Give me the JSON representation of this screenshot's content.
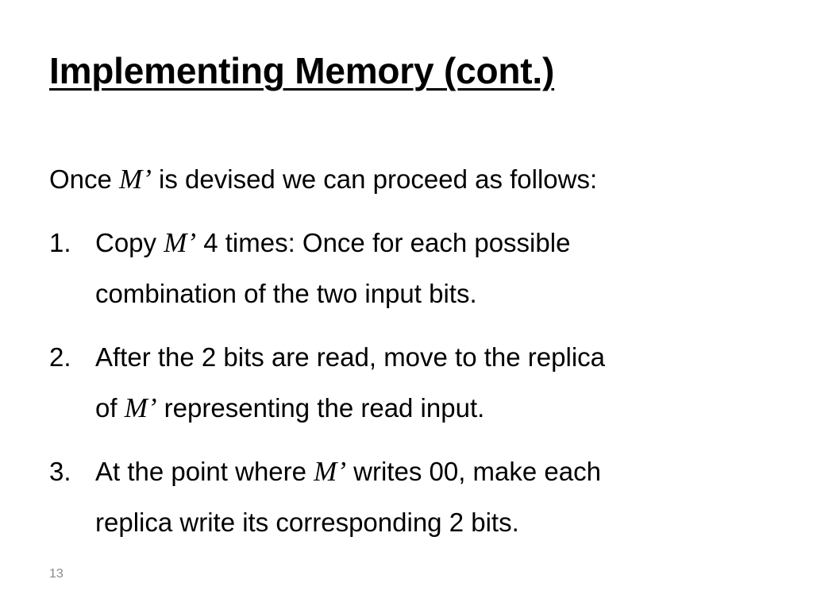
{
  "slide": {
    "title": "Implementing Memory (cont.)",
    "symbol": "M’",
    "intro": {
      "before": "Once ",
      "after": " is devised we can proceed as follows:"
    },
    "steps": [
      {
        "number": "1.",
        "line1_before": "Copy ",
        "line1_after": " 4 times: Once for each possible",
        "line2": "combination of the two input bits."
      },
      {
        "number": "2.",
        "line1": "After the 2 bits are read, move to the replica",
        "line2_before": "of ",
        "line2_after": " representing the read input."
      },
      {
        "number": "3.",
        "line1_before": "At the point where ",
        "line1_after": " writes 00, make each",
        "line2": "replica write its corresponding 2 bits."
      }
    ],
    "page_number": "13"
  }
}
